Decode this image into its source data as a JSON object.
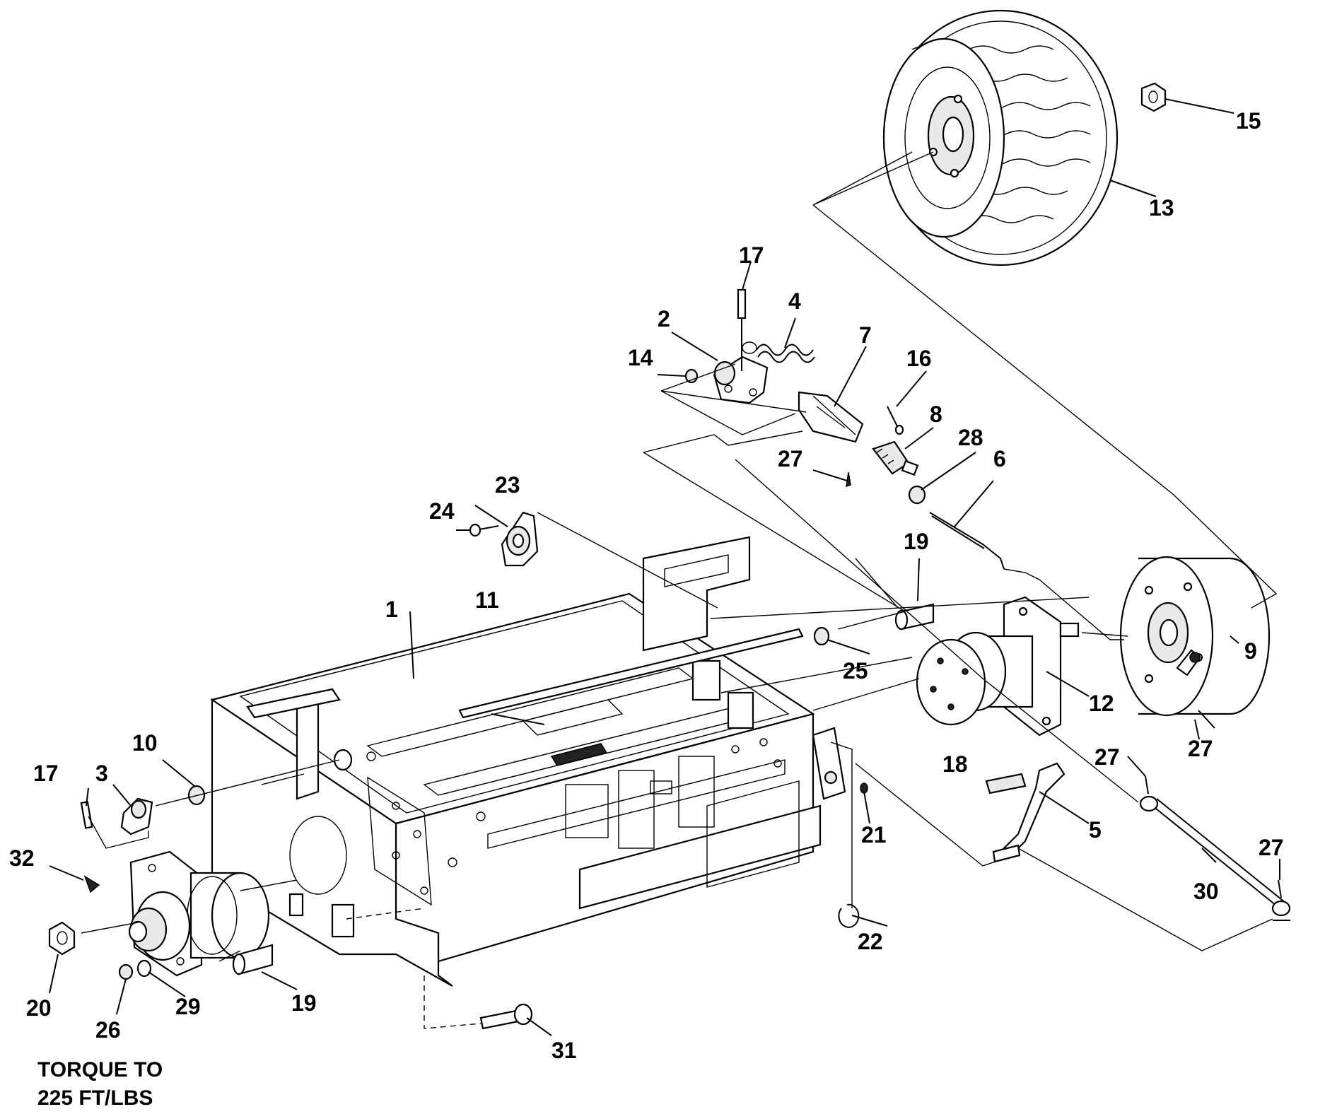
{
  "callouts": {
    "c1": "1",
    "c2": "2",
    "c3": "3",
    "c4": "4",
    "c5": "5",
    "c6": "6",
    "c7": "7",
    "c8": "8",
    "c9": "9",
    "c10": "10",
    "c11": "11",
    "c12": "12",
    "c13": "13",
    "c14": "14",
    "c15": "15",
    "c16": "16",
    "c17a": "17",
    "c17b": "17",
    "c18": "18",
    "c19a": "19",
    "c19b": "19",
    "c20": "20",
    "c21": "21",
    "c22": "22",
    "c23": "23",
    "c24": "24",
    "c25": "25",
    "c26": "26",
    "c27a": "27",
    "c27b": "27",
    "c27c": "27",
    "c27d": "27",
    "c28": "28",
    "c29": "29",
    "c30": "30",
    "c31": "31",
    "c32": "32"
  },
  "note": {
    "line1": "TORQUE TO",
    "line2": "225 FT/LBS"
  }
}
